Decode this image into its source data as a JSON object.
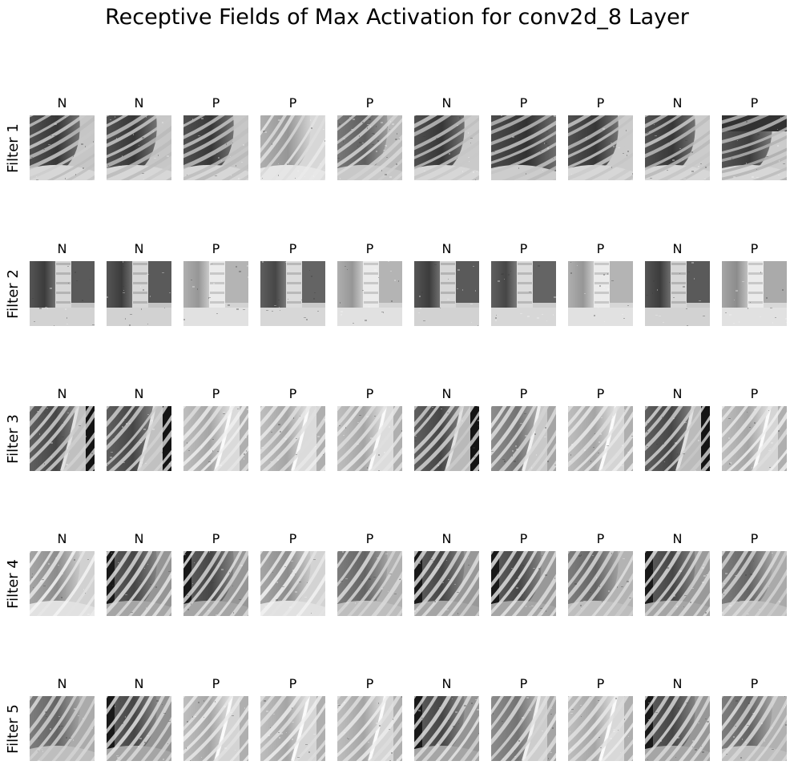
{
  "figure": {
    "title": "Receptive Fields of Max Activation for conv2d_8 Layer"
  },
  "rows": [
    {
      "label": "Filter 1",
      "panels": [
        {
          "title": "N",
          "variant": "rib-dark-left"
        },
        {
          "title": "N",
          "variant": "rib-dark-left"
        },
        {
          "title": "P",
          "variant": "rib-dark-left"
        },
        {
          "title": "P",
          "variant": "light-diagonal"
        },
        {
          "title": "P",
          "variant": "noisy-mid"
        },
        {
          "title": "N",
          "variant": "rib-dark-left"
        },
        {
          "title": "P",
          "variant": "rib-dark-full"
        },
        {
          "title": "P",
          "variant": "rib-dark-left"
        },
        {
          "title": "N",
          "variant": "rib-dark-left"
        },
        {
          "title": "P",
          "variant": "dark-top"
        }
      ]
    },
    {
      "label": "Filter 2",
      "panels": [
        {
          "title": "N",
          "variant": "spine-dark"
        },
        {
          "title": "N",
          "variant": "spine-dark"
        },
        {
          "title": "P",
          "variant": "spine-light"
        },
        {
          "title": "P",
          "variant": "spine-dark-left"
        },
        {
          "title": "P",
          "variant": "spine-light"
        },
        {
          "title": "N",
          "variant": "spine-dark"
        },
        {
          "title": "P",
          "variant": "spine-dark-left"
        },
        {
          "title": "P",
          "variant": "spine-light"
        },
        {
          "title": "N",
          "variant": "spine-dark"
        },
        {
          "title": "P",
          "variant": "spine-light-top-dark"
        }
      ]
    },
    {
      "label": "Filter 3",
      "panels": [
        {
          "title": "N",
          "variant": "lung-edge-dark"
        },
        {
          "title": "N",
          "variant": "lung-edge-dark"
        },
        {
          "title": "P",
          "variant": "lung-edge-light"
        },
        {
          "title": "P",
          "variant": "lung-edge-light"
        },
        {
          "title": "P",
          "variant": "lung-edge-light"
        },
        {
          "title": "N",
          "variant": "lung-edge-dark"
        },
        {
          "title": "P",
          "variant": "lung-edge-mid"
        },
        {
          "title": "P",
          "variant": "lung-edge-light"
        },
        {
          "title": "N",
          "variant": "lung-edge-dark"
        },
        {
          "title": "P",
          "variant": "lung-edge-light"
        }
      ]
    },
    {
      "label": "Filter 4",
      "panels": [
        {
          "title": "N",
          "variant": "diag-ribs-light"
        },
        {
          "title": "N",
          "variant": "diag-ribs-dark"
        },
        {
          "title": "P",
          "variant": "diag-ribs-dark"
        },
        {
          "title": "P",
          "variant": "diag-ribs-light"
        },
        {
          "title": "P",
          "variant": "diag-ribs-mid"
        },
        {
          "title": "N",
          "variant": "diag-ribs-dark"
        },
        {
          "title": "P",
          "variant": "diag-ribs-dark"
        },
        {
          "title": "P",
          "variant": "diag-ribs-mid"
        },
        {
          "title": "N",
          "variant": "diag-ribs-dark"
        },
        {
          "title": "P",
          "variant": "diag-ribs-mid"
        }
      ]
    },
    {
      "label": "Filter 5",
      "panels": [
        {
          "title": "N",
          "variant": "diag-ribs-mid"
        },
        {
          "title": "N",
          "variant": "diag-ribs-dark"
        },
        {
          "title": "P",
          "variant": "lung-edge-light"
        },
        {
          "title": "P",
          "variant": "lung-edge-light"
        },
        {
          "title": "P",
          "variant": "lung-edge-light"
        },
        {
          "title": "N",
          "variant": "diag-ribs-dark"
        },
        {
          "title": "P",
          "variant": "lung-edge-mid"
        },
        {
          "title": "P",
          "variant": "lung-edge-light"
        },
        {
          "title": "N",
          "variant": "diag-ribs-dark"
        },
        {
          "title": "P",
          "variant": "diag-ribs-mid"
        }
      ]
    }
  ],
  "palette": {
    "background": "#ffffff",
    "text": "#000000"
  }
}
